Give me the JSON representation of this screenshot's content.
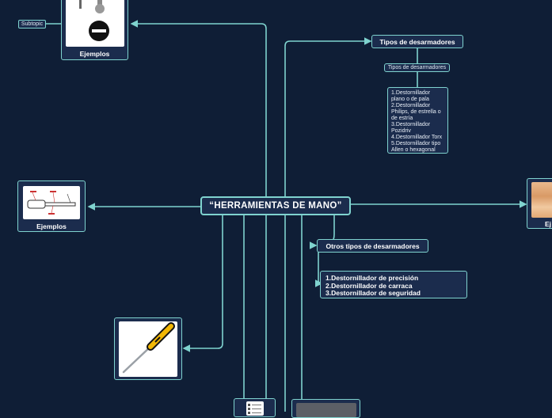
{
  "root": {
    "title": "“HERRAMIENTAS DE MANO”"
  },
  "subtopic_tag": "Subtopic",
  "top_left_card": {
    "caption": "Ejemplos"
  },
  "left_card": {
    "caption": "Ejemplos"
  },
  "right_card": {
    "caption": "Ej"
  },
  "tipos": {
    "title": "Tipos de desarmadores",
    "sub_label": "Tipos de desarmadores",
    "list": [
      "1.Destornillador plano o de pala",
      "2.Destornillador Philips, de estrella o de estría",
      "3.Destornillador Pozidriv",
      "4.Destornillador Torx",
      "5.Destornillador tipo Allen o hexagonal"
    ]
  },
  "otros": {
    "title": "Otros tipos de desarmadores",
    "list": [
      "1.Destornillador de precisión",
      "2.Destornillador de carraca",
      "3.Destornillador de seguridad"
    ]
  },
  "colors": {
    "background": "#0f1e36",
    "node_fill": "#1b2c4d",
    "connector": "#7fd3cf",
    "screwdriver_handle": "#f2b705"
  }
}
